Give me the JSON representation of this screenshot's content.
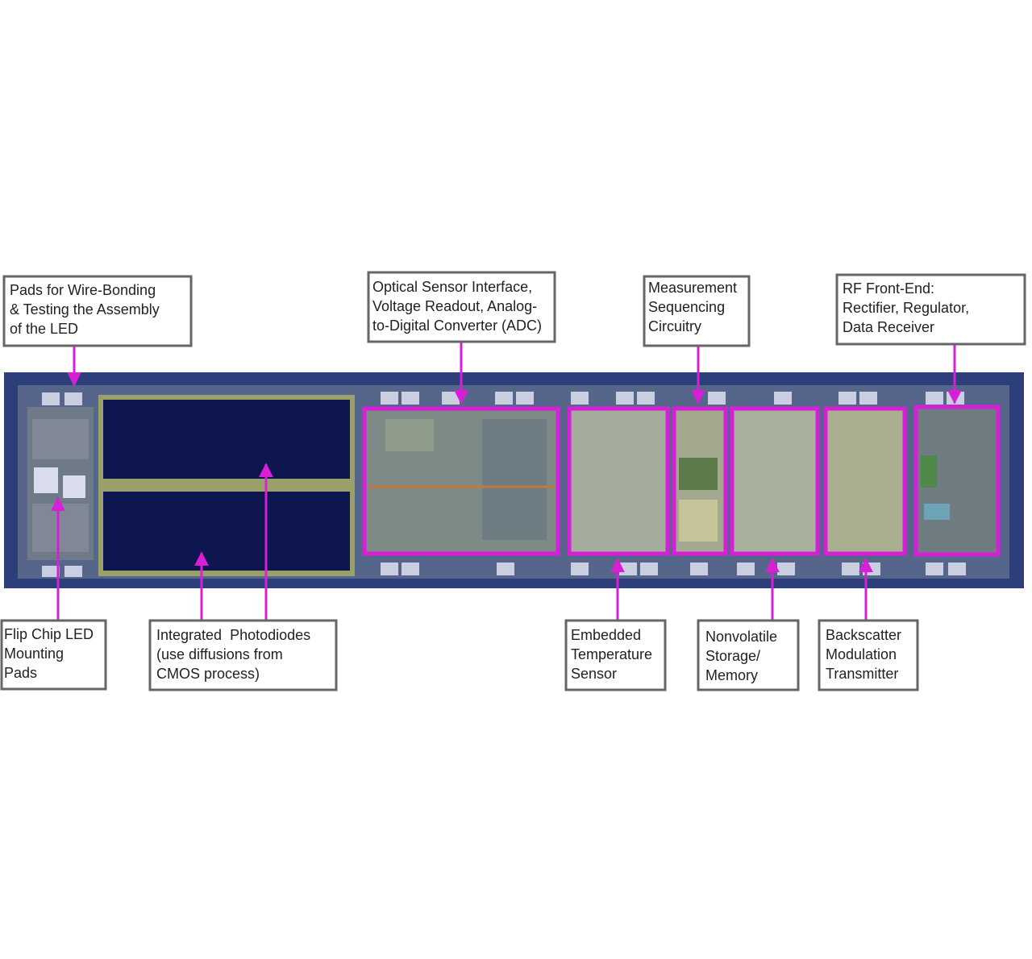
{
  "colors": {
    "background": "#ffffff",
    "chip_border": "#2c3f7a",
    "chip_body": "#5e6e8c",
    "photodiode": "#0e1650",
    "region_outline": "#d61fd6",
    "leader_line": "#d61fd6",
    "label_border": "#666666",
    "label_text": "#222222"
  },
  "labels": {
    "pads_wire_bonding": [
      "Pads for Wire-Bonding",
      "& Testing the Assembly",
      "of the LED"
    ],
    "optical_sensor": [
      "Optical Sensor Interface,",
      "Voltage Readout, Analog-",
      "to-Digital Converter (ADC)"
    ],
    "measurement_seq": [
      "Measurement",
      "Sequencing",
      "Circuitry"
    ],
    "rf_front_end": [
      "RF Front-End:",
      "Rectifier, Regulator,",
      "Data Receiver"
    ],
    "flip_chip_led": [
      "Flip Chip LED",
      "Mounting",
      "Pads"
    ],
    "photodiodes": [
      "Integrated  Photodiodes",
      "(use diffusions from",
      "CMOS process)"
    ],
    "temperature_sensor": [
      "Embedded",
      "Temperature",
      "Sensor"
    ],
    "nonvolatile_memory": [
      "Nonvolatile",
      "Storage/",
      "Memory"
    ],
    "backscatter": [
      "Backscatter",
      "Modulation",
      "Transmitter"
    ]
  }
}
